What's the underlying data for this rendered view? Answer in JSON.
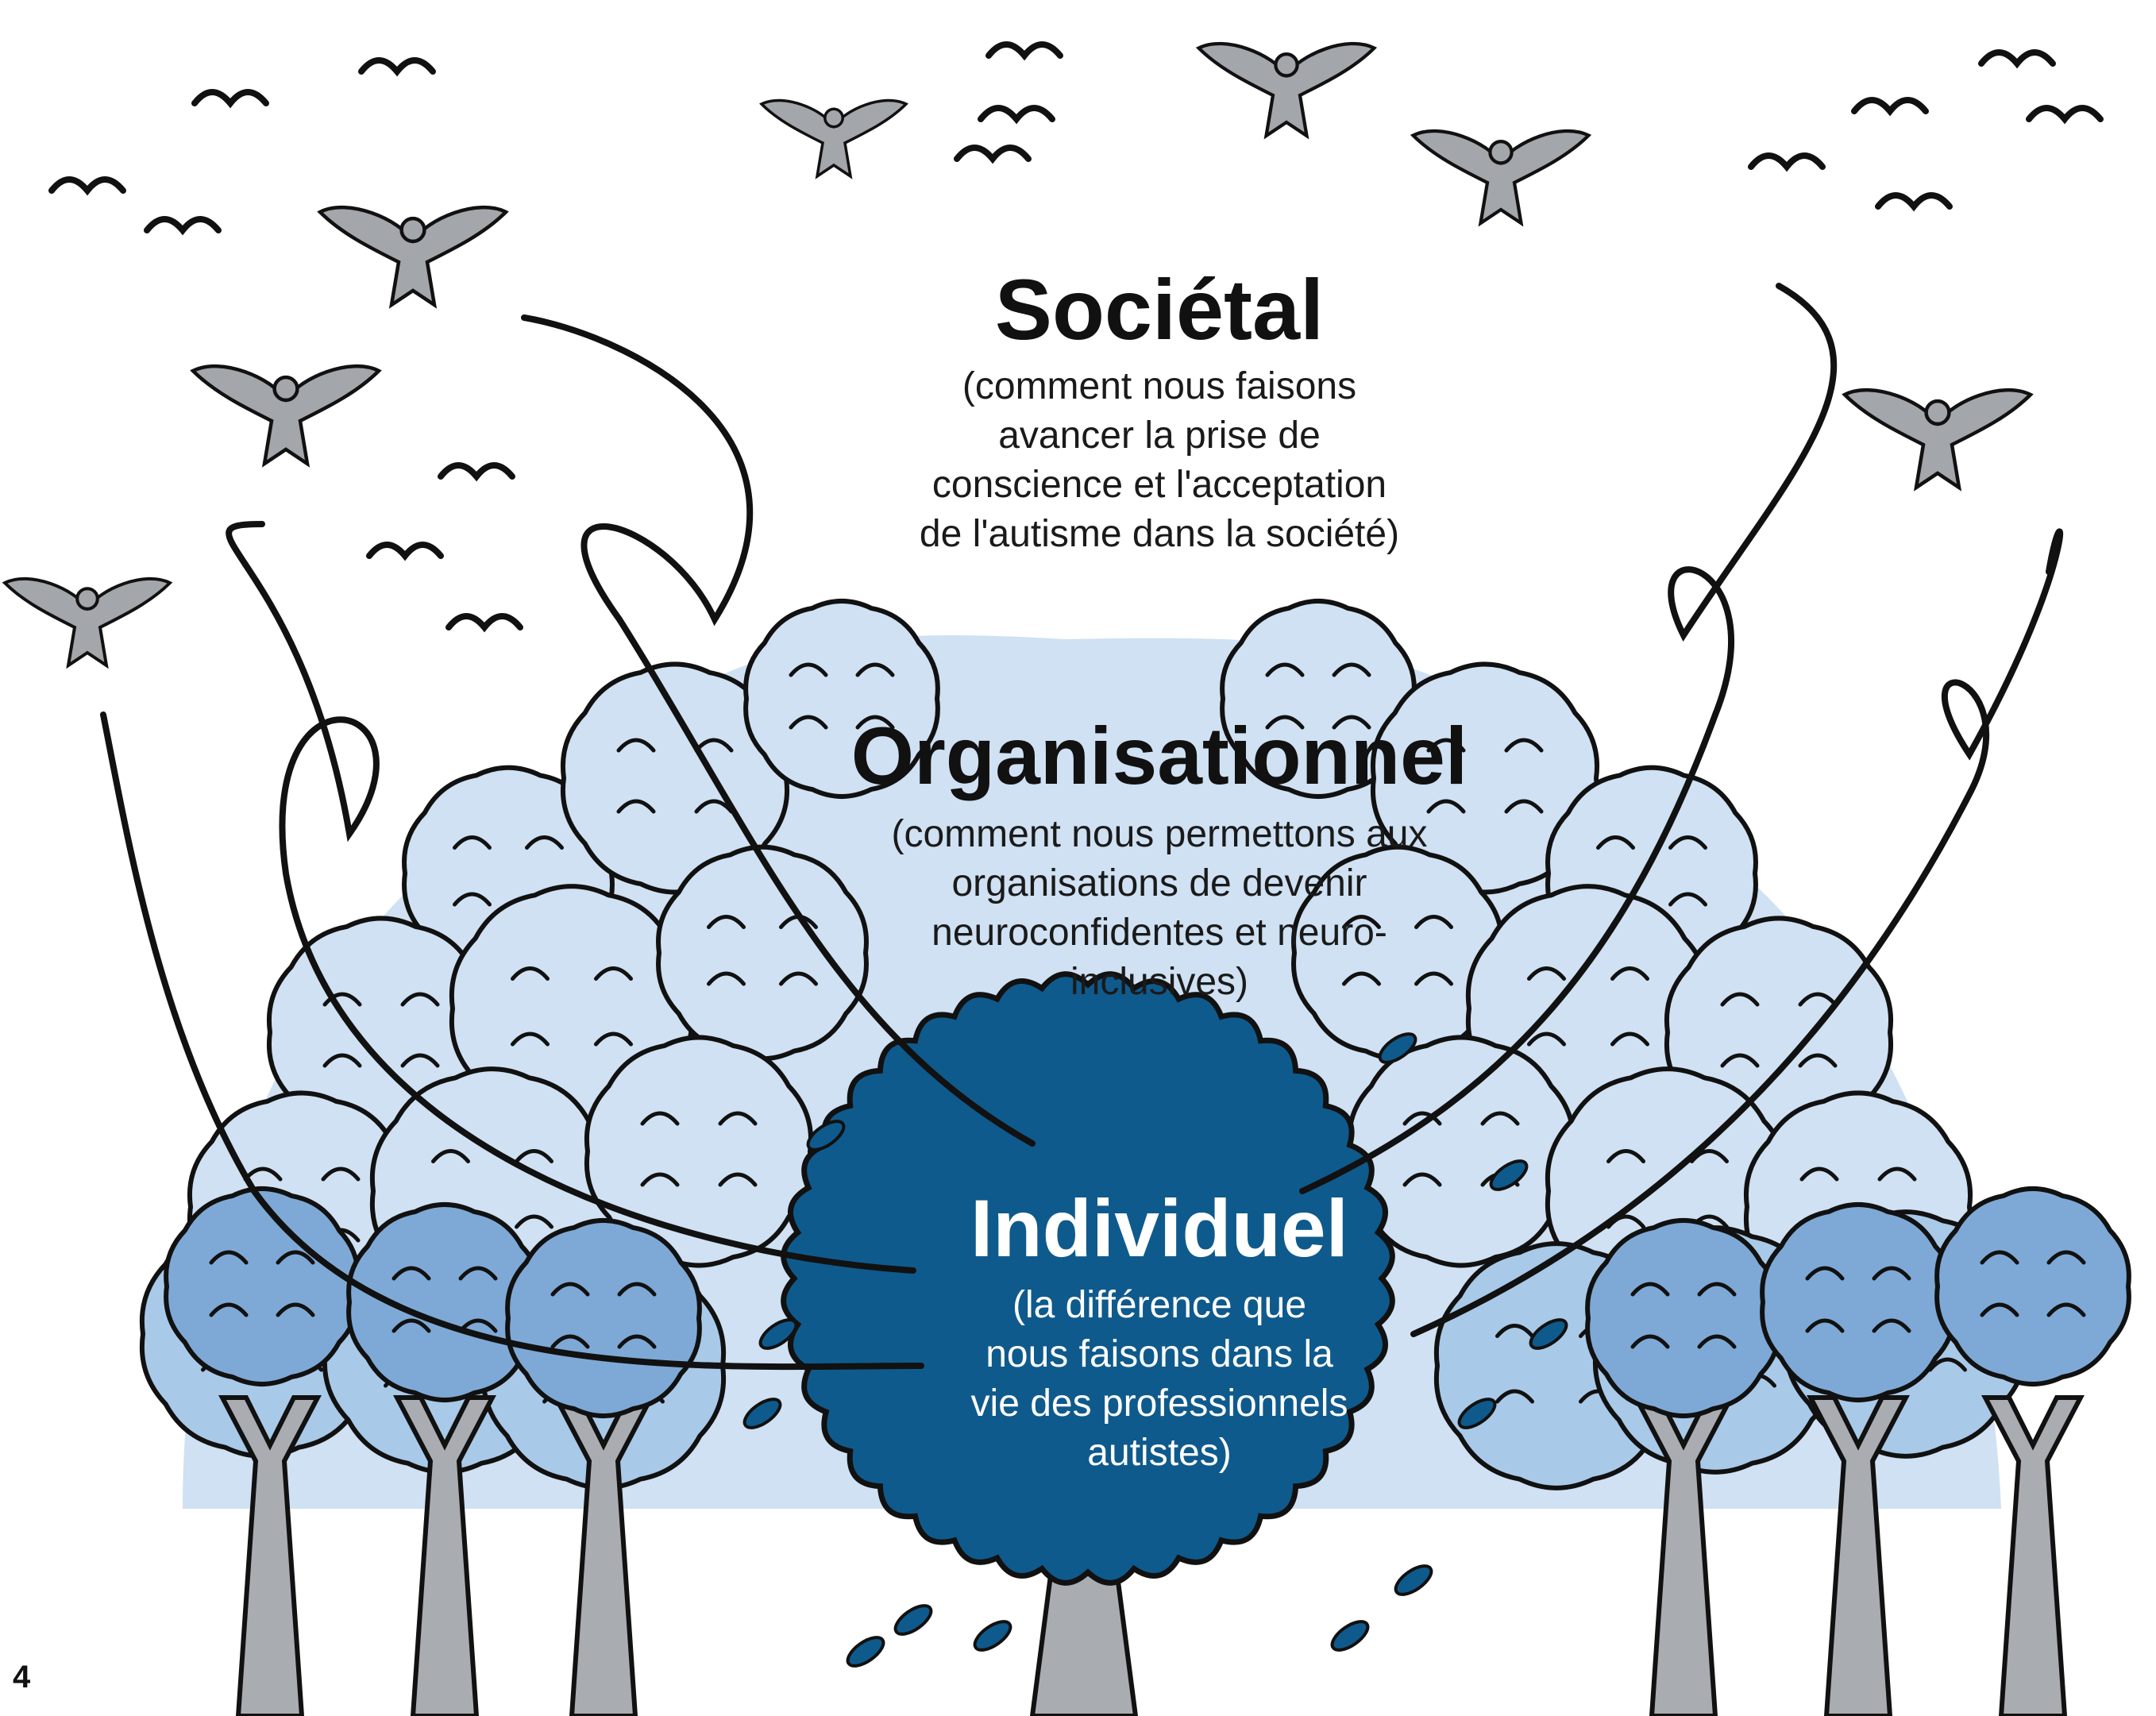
{
  "levels": {
    "societal": {
      "title": "Sociétal",
      "description": [
        "(comment nous faisons",
        "avancer la prise de",
        "conscience et l'acceptation",
        "de l'autisme dans la société)"
      ]
    },
    "organisational": {
      "title": "Organisationnel",
      "description": [
        "(comment nous permettons aux",
        "organisations de devenir",
        "neuroconfidentes et neuro-",
        "inclusives)"
      ]
    },
    "individual": {
      "title": "Individuel",
      "description": [
        "(la différence que",
        "nous faisons dans la",
        "vie des professionnels",
        "autistes)"
      ]
    }
  },
  "page_number": "4",
  "colors": {
    "foliage_pale": "#cfe1f2",
    "foliage_light": "#a9c9e8",
    "foliage_mid": "#7ea9d6",
    "foliage_dark": "#0f5a8c",
    "trunk": "#a9adb2",
    "bird": "#a3a6aa",
    "outline": "#111111"
  }
}
